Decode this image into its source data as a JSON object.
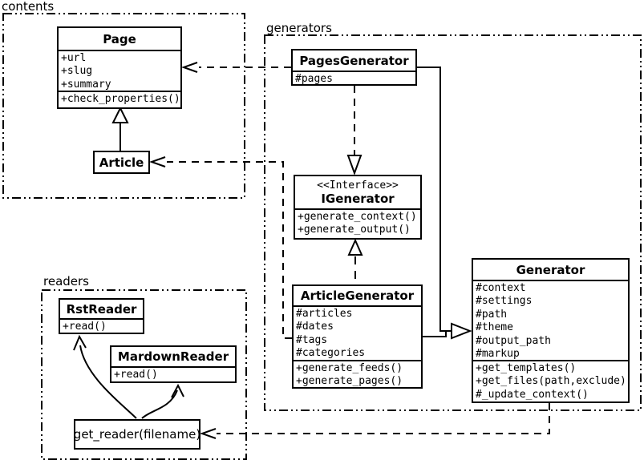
{
  "packages": {
    "contents": {
      "label": "contents"
    },
    "generators": {
      "label": "generators"
    },
    "readers": {
      "label": "readers"
    }
  },
  "classes": {
    "page": {
      "title": "Page",
      "attributes": [
        "+url",
        "+slug",
        "+summary"
      ],
      "methods": [
        "+check_properties()"
      ]
    },
    "article": {
      "title": "Article"
    },
    "pages_generator": {
      "title": "PagesGenerator",
      "attributes": [
        "#pages"
      ]
    },
    "igenerator": {
      "stereotype": "<<Interface>>",
      "title": "IGenerator",
      "methods": [
        "+generate_context()",
        "+generate_output()"
      ]
    },
    "article_generator": {
      "title": "ArticleGenerator",
      "attributes": [
        "#articles",
        "#dates",
        "#tags",
        "#categories"
      ],
      "methods": [
        "+generate_feeds()",
        "+generate_pages()"
      ]
    },
    "generator": {
      "title": "Generator",
      "attributes": [
        "#context",
        "#settings",
        "#path",
        "#theme",
        "#output_path",
        "#markup"
      ],
      "methods": [
        "+get_templates()",
        "+get_files(path,exclude)",
        "#_update_context()"
      ]
    },
    "rst_reader": {
      "title": "RstReader",
      "methods": [
        "+read()"
      ]
    },
    "mardown_reader": {
      "title": "MardownReader",
      "methods": [
        "+read()"
      ]
    },
    "get_reader": {
      "label": "get_reader(filename)"
    }
  },
  "relations": {
    "article_extends_page": "Article --|> Page",
    "pages_generator_uses_page": "PagesGenerator ..> Page",
    "article_generator_uses_article": "ArticleGenerator ..> Article",
    "pages_generator_implements_igenerator": "PagesGenerator ..|> IGenerator",
    "article_generator_implements_igenerator": "ArticleGenerator ..|> IGenerator",
    "generators_extend_generator": "PagesGenerator/ArticleGenerator --|> Generator",
    "generator_uses_get_reader": "Generator ..> get_reader",
    "get_reader_returns_rst_reader": "get_reader -> RstReader",
    "get_reader_returns_mardown_reader": "get_reader -> MardownReader"
  },
  "colors": {
    "line": "#000000",
    "background": "#ffffff"
  }
}
